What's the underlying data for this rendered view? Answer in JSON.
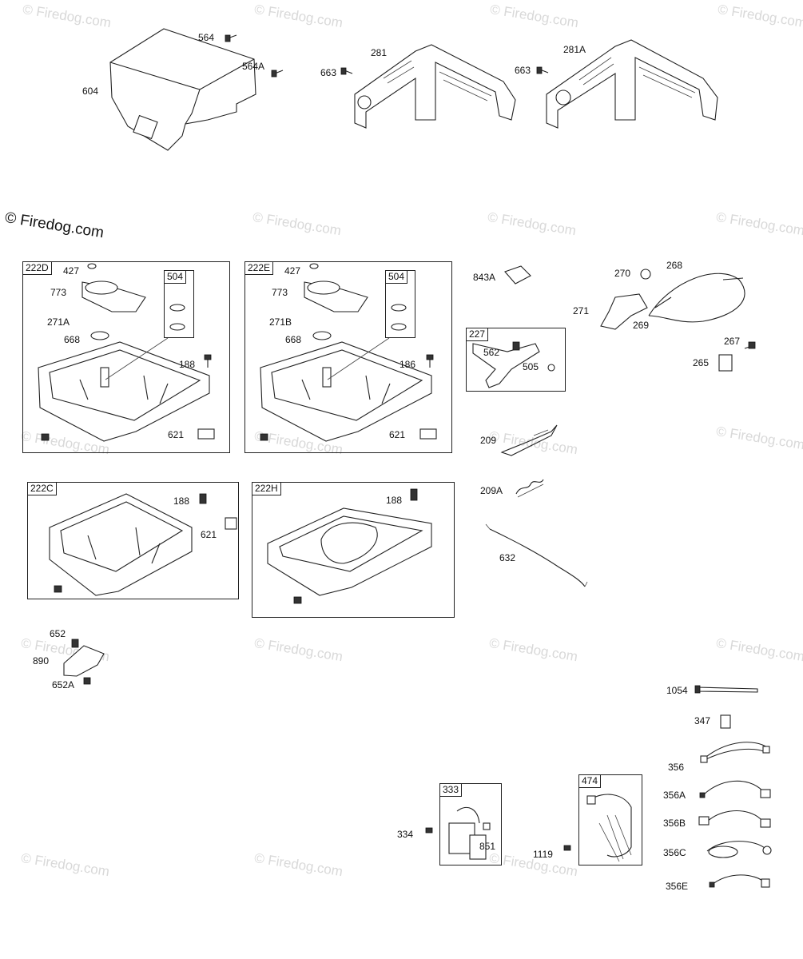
{
  "brand_notice": "© Firedog.com",
  "watermark": "© Firedog.com",
  "boxes": {
    "b222D": "222D",
    "b222E": "222E",
    "b222C": "222C",
    "b222H": "222H",
    "b504a": "504",
    "b504b": "504",
    "b227": "227",
    "b333": "333",
    "b474": "474"
  },
  "callouts": {
    "c564": "564",
    "c564A": "564A",
    "c604": "604",
    "c281": "281",
    "c663a": "663",
    "c663b": "663",
    "c281A": "281A",
    "d427": "427",
    "d773": "773",
    "d271A": "271A",
    "d668": "668",
    "d188": "188",
    "d621": "621",
    "e427": "427",
    "e773": "773",
    "e271B": "271B",
    "e668": "668",
    "e186": "186",
    "e621": "621",
    "c843A": "843A",
    "c562": "562",
    "c505": "505",
    "c270": "270",
    "c268": "268",
    "c271": "271",
    "c269": "269",
    "c267": "267",
    "c265": "265",
    "c209": "209",
    "c209A": "209A",
    "c632": "632",
    "g188": "188",
    "g621": "621",
    "h188": "188",
    "c652": "652",
    "c890": "890",
    "c652A": "652A",
    "c1054": "1054",
    "c347": "347",
    "c356": "356",
    "c356A": "356A",
    "c356B": "356B",
    "c356C": "356C",
    "c356E": "356E",
    "c334": "334",
    "c851": "851",
    "c1119": "1119"
  }
}
